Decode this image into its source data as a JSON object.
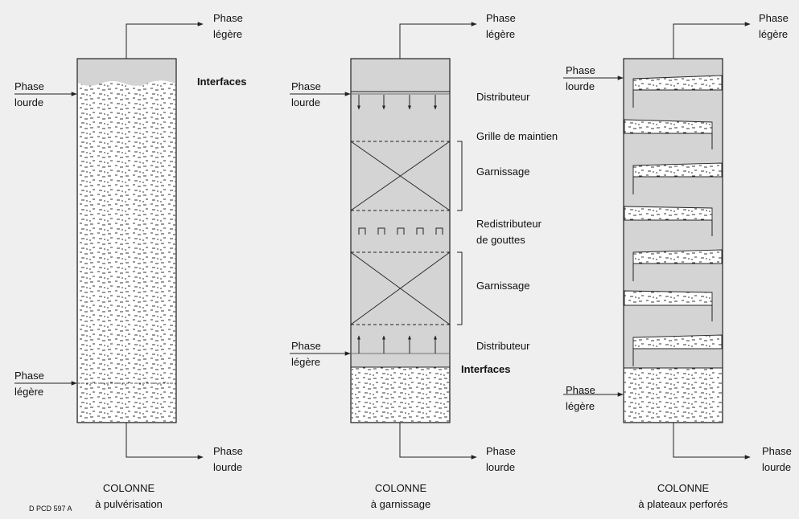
{
  "colors": {
    "background": "#efefef",
    "column_fill": "#d4d4d4",
    "liquid": "#ffffff",
    "line": "#222222"
  },
  "reference": "D PCD 597 A",
  "columns": [
    {
      "title": "COLONNE",
      "subtitle": "à pulvérisation",
      "top_out": [
        "Phase",
        "légère"
      ],
      "top_in": [
        "Phase",
        "lourde"
      ],
      "bottom_in": [
        "Phase",
        "légère"
      ],
      "bottom_out": [
        "Phase",
        "lourde"
      ],
      "interfaces": "Interfaces"
    },
    {
      "title": "COLONNE",
      "subtitle": "à garnissage",
      "top_out": [
        "Phase",
        "légère"
      ],
      "top_in": [
        "Phase",
        "lourde"
      ],
      "bottom_in": [
        "Phase",
        "légère"
      ],
      "bottom_out": [
        "Phase",
        "lourde"
      ],
      "interfaces": "Interfaces",
      "parts": {
        "distributor_top": "Distributeur",
        "support_grid": "Grille de maintien",
        "packing_1": "Garnissage",
        "redistributor": [
          "Redistributeur",
          "de gouttes"
        ],
        "packing_2": "Garnissage",
        "distributor_bottom": "Distributeur"
      }
    },
    {
      "title": "COLONNE",
      "subtitle": "à plateaux perforés",
      "top_out": [
        "Phase",
        "légère"
      ],
      "top_in": [
        "Phase",
        "lourde"
      ],
      "bottom_in": [
        "Phase",
        "légère"
      ],
      "bottom_out": [
        "Phase",
        "lourde"
      ]
    }
  ]
}
